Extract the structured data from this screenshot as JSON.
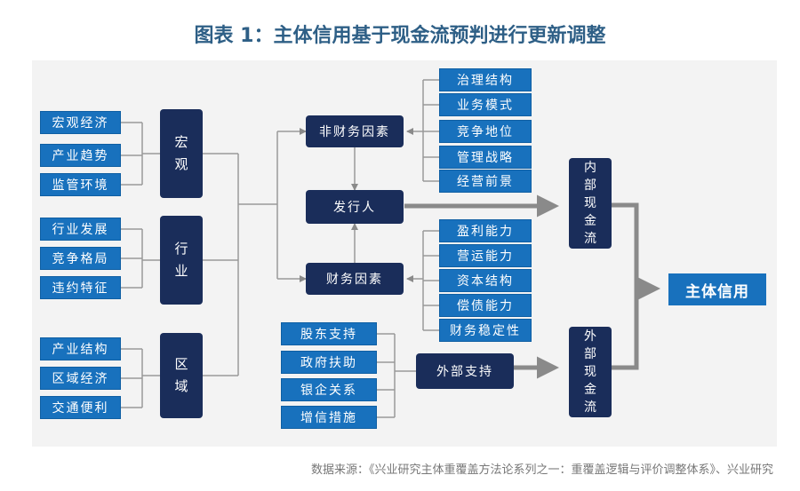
{
  "title": "图表 1：主体信用基于现金流预判进行更新调整",
  "source": "数据来源：《兴业研究主体重覆盖方法论系列之一：重覆盖逻辑与评价调整体系》、兴业研究",
  "nodes": {
    "macro_items": [
      "宏观经济",
      "产业趋势",
      "监管环境"
    ],
    "industry_items": [
      "行业发展",
      "竞争格局",
      "违约特征"
    ],
    "region_items": [
      "产业结构",
      "区域经济",
      "交通便利"
    ],
    "macro": "宏观",
    "industry": "行业",
    "region": "区域",
    "nonfin_factor": "非财务因素",
    "issuer": "发行人",
    "fin_factor": "财务因素",
    "nonfin_items": [
      "治理结构",
      "业务模式",
      "竞争地位",
      "管理战略",
      "经营前景"
    ],
    "fin_items": [
      "盈利能力",
      "营运能力",
      "资本结构",
      "偿债能力",
      "财务稳定性"
    ],
    "support_items": [
      "股东支持",
      "政府扶助",
      "银企关系",
      "增信措施"
    ],
    "external_support": "外部支持",
    "internal_cashflow": "内部现金流",
    "external_cashflow": "外部现金流",
    "credit": "主体信用"
  },
  "colors": {
    "leaf": "#1871bd",
    "dark": "#1a2d5a",
    "line": "#999999",
    "arrow": "#8a8a8a",
    "title": "#2e5f86"
  }
}
